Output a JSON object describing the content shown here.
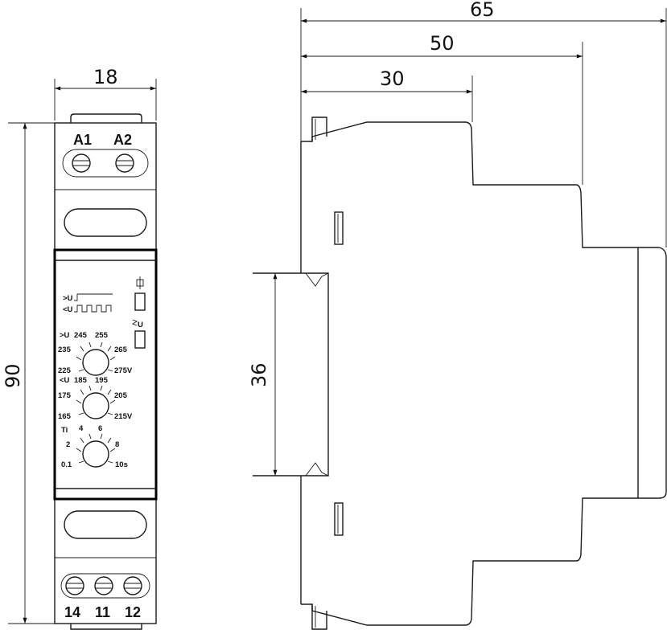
{
  "dimensions": {
    "width_front": "18",
    "height_total": "90",
    "depth_total": "65",
    "depth_mid": "50",
    "depth_front": "30",
    "rail_height": "36"
  },
  "terminals": {
    "top": [
      "A1",
      "A2"
    ],
    "bottom": [
      "14",
      "11",
      "12"
    ]
  },
  "indicators": {
    "relay_symbol": "relay-coil-icon",
    "fault_label": ">U/<U",
    "over_label": ">U",
    "under_label": "<U"
  },
  "dials": [
    {
      "name": "over-voltage",
      "label": ">U",
      "ticks": [
        "225",
        "235",
        "245",
        "255",
        "265",
        "275V"
      ]
    },
    {
      "name": "under-voltage",
      "label": "<U",
      "ticks": [
        "165",
        "175",
        "185",
        "195",
        "205",
        "215V"
      ]
    },
    {
      "name": "time-delay",
      "label": "Ti",
      "ticks": [
        "0.1",
        "2",
        "4",
        "6",
        "8",
        "10s"
      ]
    }
  ]
}
